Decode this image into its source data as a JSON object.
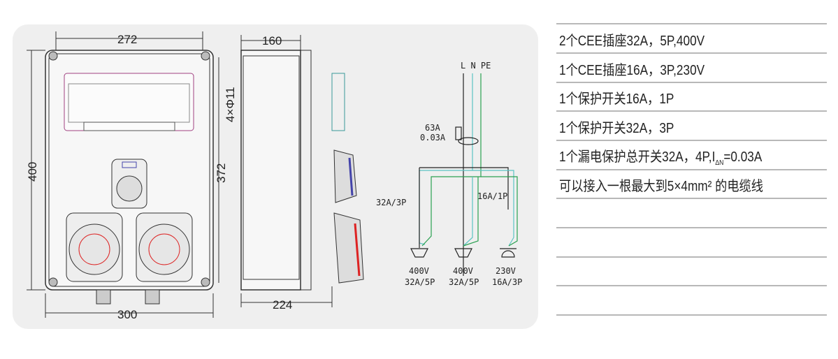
{
  "dimensions": {
    "front_width_inner": "272",
    "front_width_outer": "300",
    "front_height_outer": "400",
    "front_height_inner": "372",
    "side_depth_top": "160",
    "side_depth_bottom": "224",
    "mounting_holes": "4×Φ11"
  },
  "wiring": {
    "terminals": "L N PE",
    "rcd_rating": "63A",
    "rcd_sensitivity": "0.03A",
    "breaker_left": "32A/3P",
    "breaker_right": "16A/1P",
    "outlets": [
      {
        "voltage": "400V",
        "rating": "32A/5P"
      },
      {
        "voltage": "400V",
        "rating": "32A/5P"
      },
      {
        "voltage": "230V",
        "rating": "16A/3P"
      }
    ],
    "colors": {
      "line": "#222222",
      "neutral": "#5bc4c4",
      "pe": "#2aa050"
    }
  },
  "specs": [
    {
      "text": "2个CEE插座32A，5P,400V"
    },
    {
      "text": "1个CEE插座16A，3P,230V"
    },
    {
      "text": "1个保护开关16A，1P"
    },
    {
      "text": "1个保护开关32A，3P"
    },
    {
      "text": "1个漏电保护总开关32A，4P,I",
      "sub": "ΔN",
      "suffix": "=0.03A"
    },
    {
      "text": "可以接入一根最大到5×4mm² 的电缆线"
    }
  ]
}
